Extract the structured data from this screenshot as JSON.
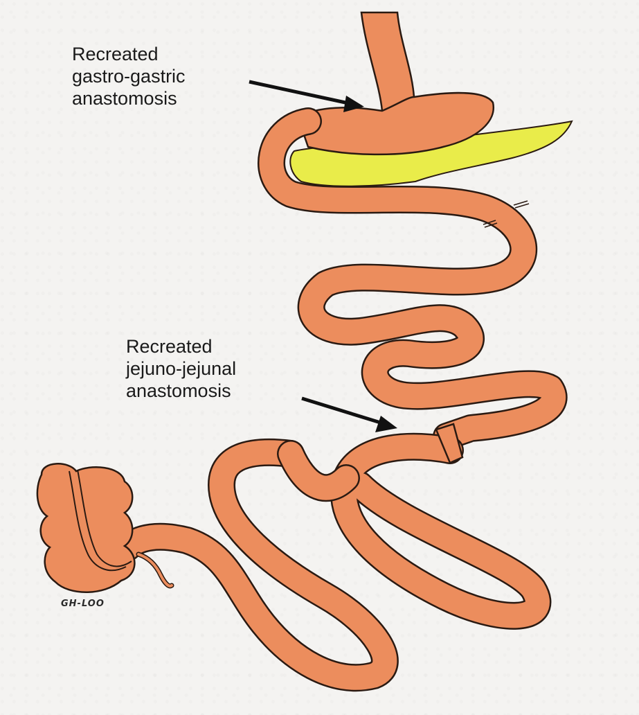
{
  "labels": {
    "gastro_gastric": [
      "Recreated",
      "gastro-gastric",
      "anastomosis"
    ],
    "jejuno_jejunal": [
      "Recreated",
      "jejuno-jejunal",
      "anastomosis"
    ]
  },
  "signature": "GH-LOO",
  "colors": {
    "bowel_fill": "#ec8d5d",
    "bowel_outline": "#2a1a12",
    "pancreas_fill": "#e9ec4a",
    "background": "#f4f3f1",
    "arrow": "#111111"
  }
}
